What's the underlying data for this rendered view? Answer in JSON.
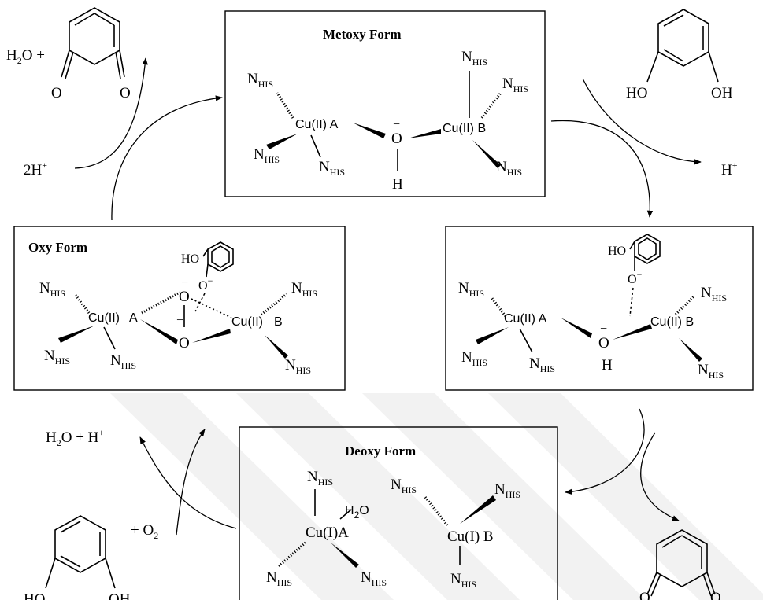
{
  "boxes": {
    "metoxy": {
      "title": "Metoxy Form"
    },
    "oxy": {
      "title": "Oxy Form"
    },
    "deoxy": {
      "title": "Deoxy Form"
    }
  },
  "ligand": {
    "base": "N",
    "sub": "HIS"
  },
  "metals": {
    "cu2_a": "Cu(II) A",
    "cu2_b": "Cu(II) B",
    "cu2_a_short": "Cu(II)",
    "cu2_b_short": "Cu(II)",
    "letter_a": "A",
    "letter_b": "B",
    "cu1_a": "Cu(I)A",
    "cu1_b": "Cu(I) B"
  },
  "atoms": {
    "O": "O",
    "H": "H",
    "HO": "HO",
    "OH": "OH",
    "minus": "−",
    "minus_sup": "−"
  },
  "species": {
    "water_plus_prefix": "H",
    "water_plus_two": "2",
    "water_plus_suffix": "O +",
    "two_h": "2H",
    "plus": "+",
    "h_plus": "H",
    "water_hplus_a": "H",
    "water_hplus_two": "2",
    "water_hplus_b": "O + H",
    "plus_o": "+ O",
    "o2_sub": "2",
    "h2o_h": "H",
    "h2o_2": "2",
    "h2o_o": "O"
  }
}
